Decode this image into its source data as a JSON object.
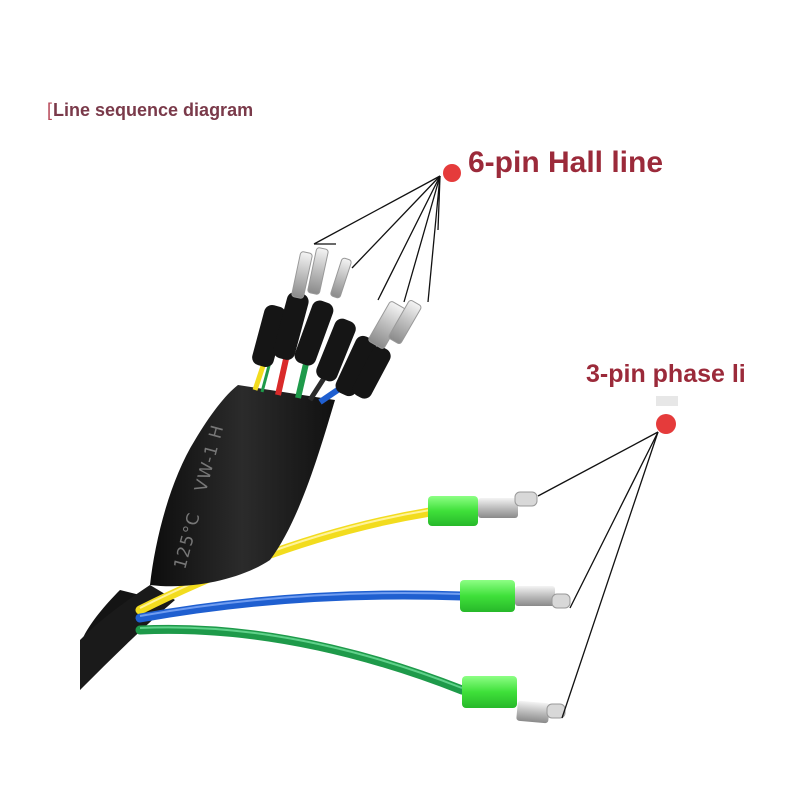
{
  "image": {
    "title": "Line sequence diagram",
    "title_bracket": "[",
    "labels": {
      "hall": "6-pin Hall line",
      "phase": "3-pin phase li"
    },
    "sleeve_print": {
      "temp": "125°C",
      "rating": "VW-1",
      "mark": "H"
    },
    "colors": {
      "label": "#9b2a3a",
      "title": "#7a3a4a",
      "dot": "#e53b3b",
      "yellow_wire": "#f2dc1e",
      "blue_wire": "#1f5fd0",
      "green_wire": "#1e9a4a",
      "red_wire": "#d92a2a",
      "connector_green": "#5cf055",
      "cable": "#1a1a1a"
    }
  }
}
